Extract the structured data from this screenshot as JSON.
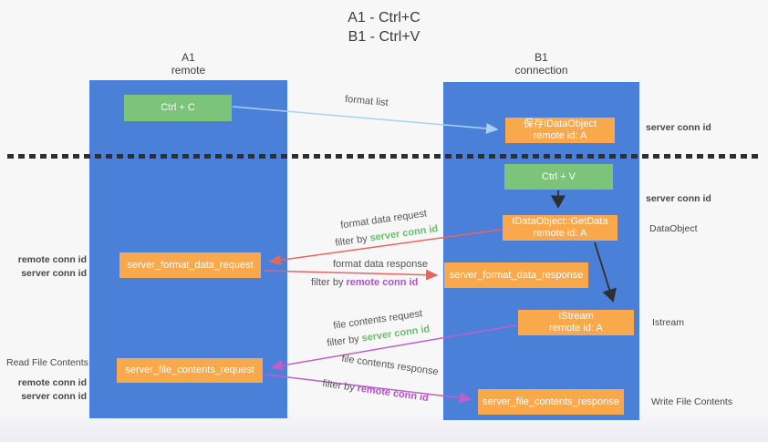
{
  "title": {
    "line1": "A1 - Ctrl+C",
    "line2": "B1 - Ctrl+V"
  },
  "lanes": {
    "a1": {
      "name": "A1",
      "subtitle": "remote"
    },
    "b1": {
      "name": "B1",
      "subtitle": "connection"
    }
  },
  "nodes": {
    "ctrl_c": {
      "label": "Ctrl + C"
    },
    "ctrl_v": {
      "label": "Ctrl + V"
    },
    "save_idataobject": {
      "line1": "保存IDataObject",
      "line2": "remote id: A"
    },
    "idataobject_getdata": {
      "line1": "IDataObject::GetData",
      "line2": "remote id: A"
    },
    "istream": {
      "line1": "IStream",
      "line2": "remote id: A"
    },
    "server_format_data_request": {
      "label": "server_format_data_request"
    },
    "server_format_data_response": {
      "label": "server_format_data_response"
    },
    "server_file_contents_request": {
      "label": "server_file_contents_request"
    },
    "server_file_contents_response": {
      "label": "server_file_contents_response"
    }
  },
  "labels": {
    "format_list": "format list",
    "format_data_request": "format data request",
    "format_data_response": "format data response",
    "file_contents_request": "file contents request",
    "file_contents_response": "file contents response",
    "filter_by": "filter by",
    "server_conn_id": "server conn id",
    "remote_conn_id": "remote conn id",
    "read_file_contents": "Read File Contents",
    "write_file_contents": "Write File Contents",
    "dataobject": "DataObject",
    "istream": "Istream"
  },
  "colors": {
    "lane_blue": "#4a80d8",
    "node_green": "#7bc47a",
    "node_orange": "#f9a84c",
    "arrow_lightblue": "#a9d2f0",
    "arrow_red": "#e8655f",
    "arrow_magenta": "#c05fc9",
    "arrow_black": "#2f2f2f",
    "text_green": "#6abf69",
    "text_purple": "#b052cc",
    "text_dark": "#474747",
    "background": "#f7f7f8"
  }
}
